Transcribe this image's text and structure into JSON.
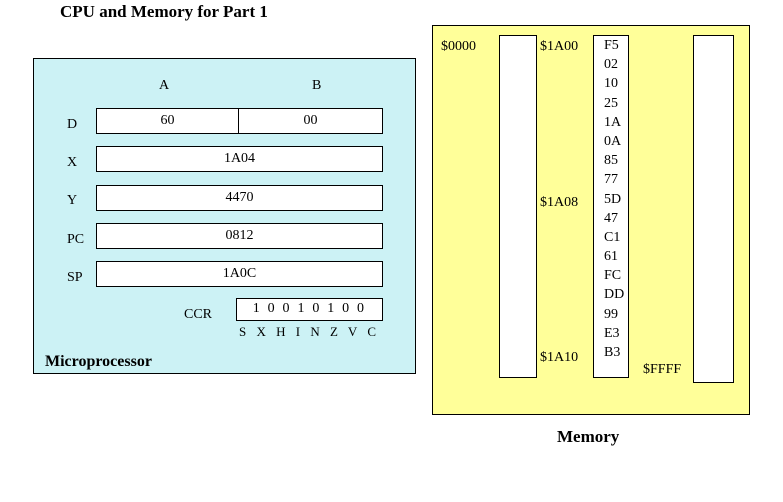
{
  "title": "CPU and Memory for Part 1",
  "cpu": {
    "label": "Microprocessor",
    "col_a": "A",
    "col_b": "B",
    "registers": {
      "D_label": "D",
      "A_value": "60",
      "B_value": "00",
      "X_label": "X",
      "X_value": "1A04",
      "Y_label": "Y",
      "Y_value": "4470",
      "PC_label": "PC",
      "PC_value": "0812",
      "SP_label": "SP",
      "SP_value": "1A0C"
    },
    "ccr": {
      "label": "CCR",
      "bits": "1 0 0 1 0 1 0 0",
      "flags": "S X H I N Z V C"
    }
  },
  "memory": {
    "label": "Memory",
    "addr_start": "$0000",
    "addr_end": "$FFFF",
    "addr_1a00": "$1A00",
    "addr_1a08": "$1A08",
    "addr_1a10": "$1A10",
    "bytes": [
      "F5",
      "02",
      "10",
      "25",
      "1A",
      "0A",
      "85",
      "77",
      "5D",
      "47",
      "C1",
      "61",
      "FC",
      "DD",
      "99",
      "E3",
      "B3"
    ]
  },
  "colors": {
    "cpu_bg": "#ccf2f5",
    "memory_bg": "#ffff99"
  }
}
